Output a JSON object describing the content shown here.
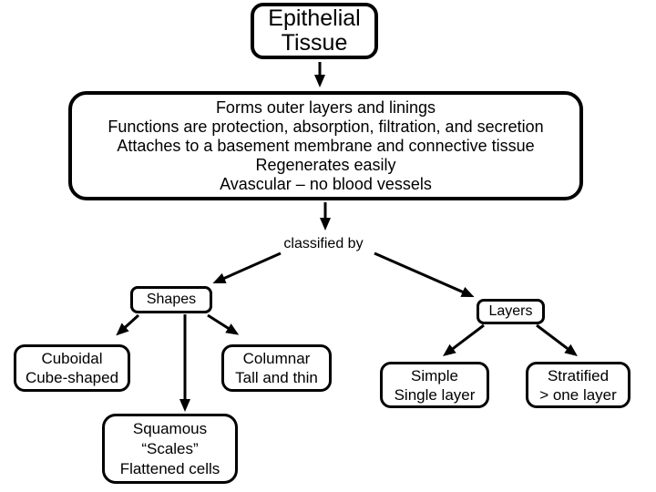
{
  "diagram": {
    "title": "Epithelial Tissue concept map",
    "colors": {
      "stroke": "#000000",
      "background": "#ffffff",
      "text": "#000000"
    },
    "nodes": {
      "root": {
        "label": "Epithelial Tissue"
      },
      "description": {
        "lines": [
          "Forms outer layers and linings",
          "Functions are protection, absorption, filtration, and secretion",
          "Attaches to a basement membrane and connective tissue",
          "Regenerates easily",
          "Avascular – no blood vessels"
        ]
      },
      "classified_by": {
        "label": "classified by"
      },
      "shapes": {
        "label": "Shapes"
      },
      "layers": {
        "label": "Layers"
      },
      "cuboidal": {
        "lines": [
          "Cuboidal",
          "Cube-shaped"
        ]
      },
      "columnar": {
        "lines": [
          "Columnar",
          "Tall and thin"
        ]
      },
      "squamous": {
        "lines": [
          "Squamous",
          "“Scales”",
          "Flattened cells"
        ]
      },
      "simple": {
        "lines": [
          "Simple",
          "Single layer"
        ]
      },
      "stratified": {
        "lines": [
          "Stratified",
          "> one layer"
        ]
      }
    }
  }
}
